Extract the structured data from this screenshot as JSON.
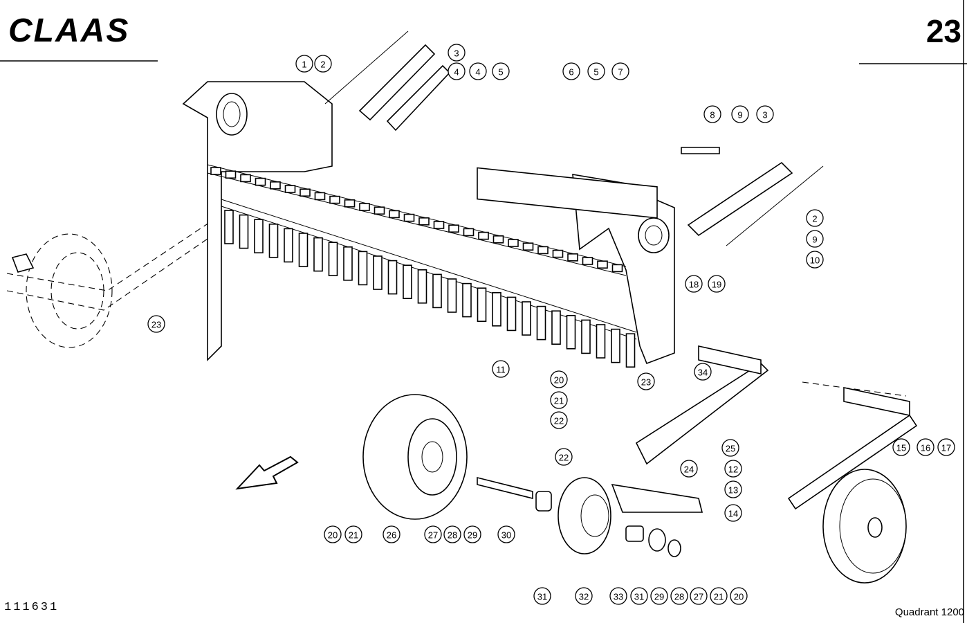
{
  "brand": "CLAAS",
  "page_number": "23",
  "drawing_number": "111631",
  "model": "Quadrant 1200",
  "callouts": [
    "1",
    "2",
    "3",
    "4",
    "4",
    "5",
    "6",
    "5",
    "7",
    "8",
    "9",
    "3",
    "2",
    "9",
    "10",
    "18",
    "19",
    "11",
    "34",
    "20",
    "23",
    "21",
    "22",
    "25",
    "22",
    "24",
    "12",
    "13",
    "14",
    "15",
    "16",
    "17",
    "20",
    "21",
    "26",
    "27",
    "28",
    "29",
    "30",
    "31",
    "32",
    "33",
    "31",
    "29",
    "28",
    "27",
    "21",
    "20",
    "23"
  ]
}
